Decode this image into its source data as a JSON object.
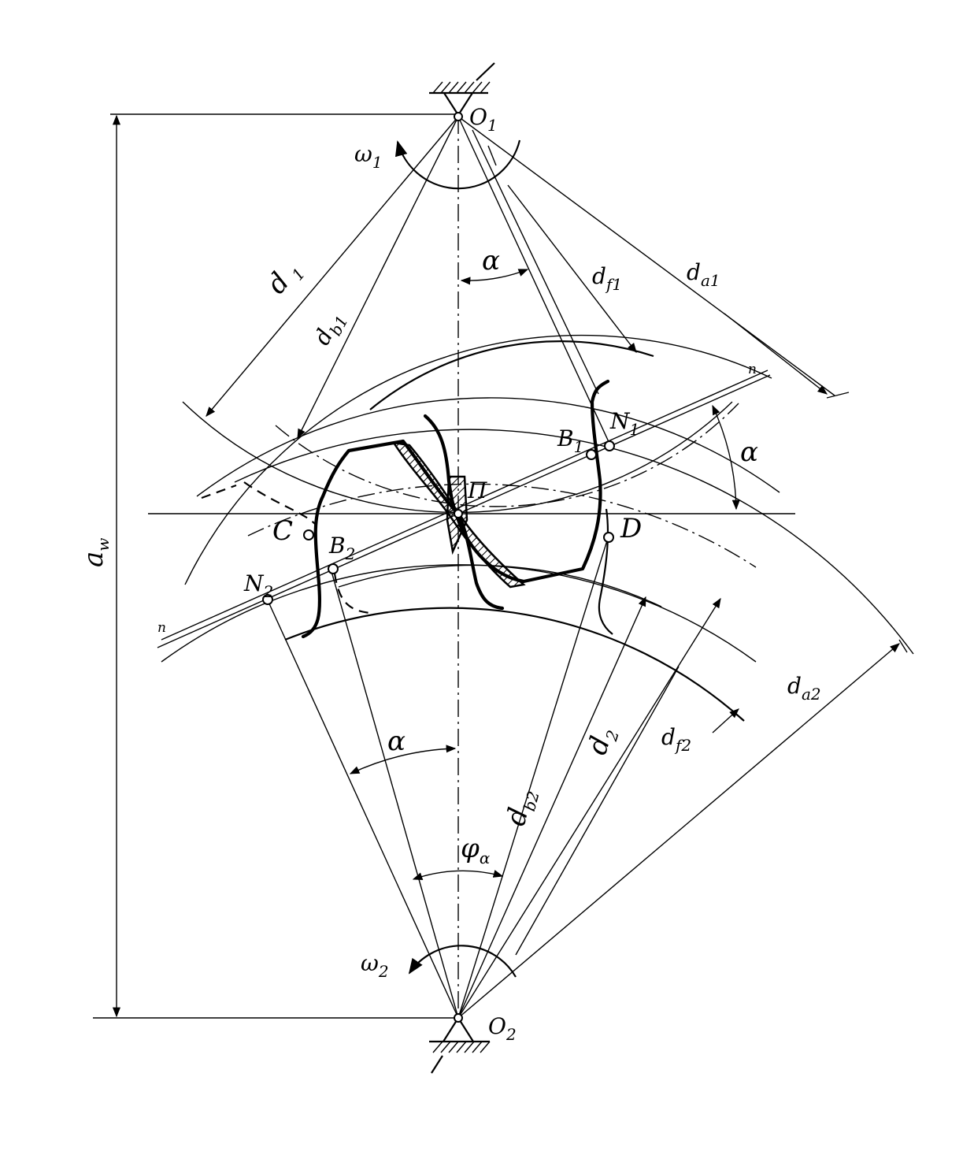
{
  "labels": {
    "O1": {
      "main": "O",
      "sub": "1"
    },
    "O2": {
      "main": "O",
      "sub": "2"
    },
    "omega1": {
      "main": "ω",
      "sub": "1"
    },
    "omega2": {
      "main": "ω",
      "sub": "2"
    },
    "d1": {
      "main": "d",
      "sub": "1"
    },
    "db1": {
      "main": "d",
      "sub": "b1"
    },
    "df1": {
      "main": "d",
      "sub": "f1"
    },
    "da1": {
      "main": "d",
      "sub": "a1"
    },
    "d2": {
      "main": "d",
      "sub": "2"
    },
    "db2": {
      "main": "d",
      "sub": "b2"
    },
    "df2": {
      "main": "d",
      "sub": "f2"
    },
    "da2": {
      "main": "d",
      "sub": "a2"
    },
    "aw": {
      "main": "a",
      "sub": "w"
    },
    "alpha_top": "α",
    "alpha_right": "α",
    "alpha_bottom": "α",
    "phi_alpha": {
      "main": "φ",
      "sub": "α"
    },
    "n_top": "n",
    "n_bottom": "n",
    "pole": "П",
    "B1": {
      "main": "B",
      "sub": "1"
    },
    "B2": {
      "main": "B",
      "sub": "2"
    },
    "N1": {
      "main": "N",
      "sub": "1"
    },
    "N2": {
      "main": "N",
      "sub": "2"
    },
    "C": "C",
    "D": "D"
  }
}
